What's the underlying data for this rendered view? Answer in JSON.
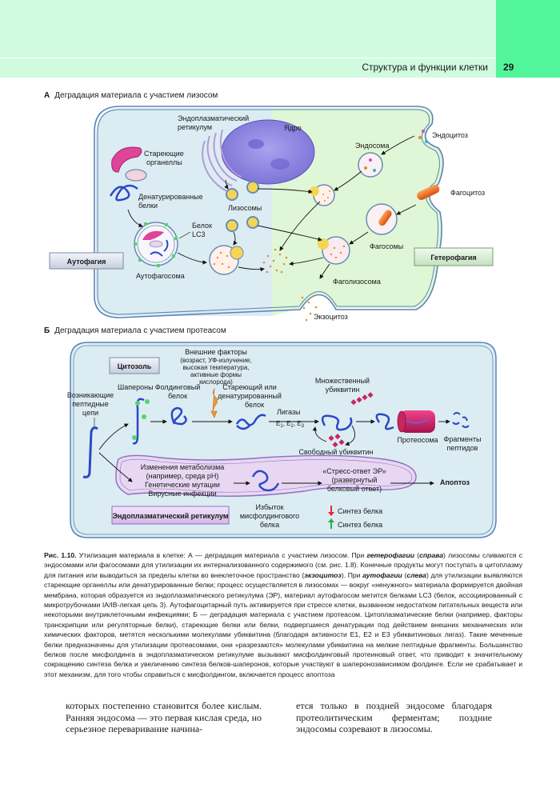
{
  "header": {
    "running_title": "Структура и функции клетки",
    "page_number": "29",
    "colors": {
      "band": "#d0fbdf",
      "tab": "#52f599"
    }
  },
  "panel_a": {
    "letter": "А",
    "title": "Деградация материала с участием лизосом",
    "labels": {
      "er": [
        "Эндоплазматический",
        "ретикулум"
      ],
      "nucleus": "Ядро",
      "aging_organelles": [
        "Стареющие",
        "органеллы"
      ],
      "denatured_proteins": [
        "Денатурированные",
        "белки"
      ],
      "lc3": [
        "Белок",
        "LC3"
      ],
      "lysosomes": "Лизосомы",
      "autophagosome": "Аутофагосома",
      "endosome": "Эндосома",
      "endocytosis": "Эндоцитоз",
      "phagocytosis": "Фагоцитоз",
      "phagosomes": "Фагосомы",
      "phagolysosome": "Фаголизосома",
      "exocytosis": "Экзоцитоз"
    },
    "boxes": {
      "autophagy": "Аутофагия",
      "heterophagy": "Гетерофагия"
    }
  },
  "panel_b": {
    "letter": "Б",
    "title": "Деградация материала с участием протеасом",
    "labels": {
      "cytosol": "Цитозоль",
      "external_factors": [
        "Внешние факторы",
        "(возраст, УФ-излучение,",
        "высокая температура,",
        "активные формы",
        "кислорода)"
      ],
      "nascent_chains": [
        "Возникающие",
        "пептидные",
        "цепи"
      ],
      "chaperones": "Шапероны",
      "folding_protein": [
        "Фолдинговый",
        "белок"
      ],
      "aging_protein": [
        "Стареющий или",
        "денатурированный",
        "белок"
      ],
      "ligases": "Лигазы",
      "ligases_e": [
        "E",
        "1",
        ", E",
        "2",
        ", E",
        "3"
      ],
      "multi_ubiquitin": [
        "Множественный",
        "убиквитин"
      ],
      "free_ubiquitin": "Свободный убиквитин",
      "proteasome": "Протеосома",
      "peptide_fragments": [
        "Фрагменты",
        "пептидов"
      ],
      "er_causes": [
        "Изменения метаболизма",
        "(например, среда pH)",
        "Генетические мутации",
        "Вирусные инфекции"
      ],
      "er_stress": [
        "«Стресс-ответ ЭР»",
        "(развернутый",
        "белковый ответ)"
      ],
      "apoptosis": "Апоптоз",
      "misfolded_excess": [
        "Избыток",
        "мисфолдингового",
        "белка"
      ],
      "synth_down": "Синтез белка",
      "synth_up": "Синтез белка",
      "er_box": "Эндоплазматический ретикулум"
    }
  },
  "caption": {
    "fig_label": "Рис. 1.10.",
    "parts": [
      " Утилизация материала в клетке: А — деградация материала с участием лизосом. При ",
      "гетерофагии",
      " (",
      "справа",
      ") лизосомы сливаются с эндосомами или фагосомами для утилизации их интернализованного содержимого (см. рис. 1.8). Конечные продукты могут поступать в цитоплазму для питания или выводиться за пределы клетки во внеклеточное пространство (",
      "экзоцитоз",
      "). При ",
      "аутофагии",
      " (",
      "слева",
      ") для утилизации выявляются стареющие органеллы или денатурированные белки; процесс осуществляется в лизосомах — вокруг «ненужного» материала формируется двойная мембрана, которая образуется из эндоплазматического ретикулума (ЭР), материал аутофагосом метится белками LC3 (белок, ассоциированный с микротрубочками IA/IB-легкая цепь 3). Аутофагоцитарный путь активируется при стрессе клетки, вызванном недостатком питательных веществ или некоторыми внутриклеточными инфекциями; Б — деградация материала с участием протеасом. Цитоплазматические белки (например, факторы транскрипции или регуляторные белки), стареющие белки или белки, подвергшиеся денатурации под действием внешних механических или химических факторов, метятся несколькими молекулами убиквитина (благодаря активности E1, E2 и E3 убиквитиновых лигаз). Такие меченные белки предназначены для утилизации протеасомами, они «разрезаются» молекулами убиквитина на мелкие пептидные фрагменты. Большинство белков после мисфолдинга в эндоплазматическом ретикулуме вызывают мисфолдинговый протеиновый ответ, что приводит к значительному сокращению синтеза белка и увеличению синтеза белков-шаперонов, которые участвуют в шаперонозависимом фолдинге. Если не срабатывает и этот механизм, для того чтобы справиться с мисфолдингом, включается процесс апоптоза"
    ]
  },
  "body_text": {
    "left": "которых постепенно становится более кислым. Ранняя эндосома — это первая кислая среда, но серьезное переваривание начина-",
    "right": "ется только в поздней эндосоме благодаря протеолитическим ферментам; поздние эндосомы созревают в лизосомы."
  }
}
